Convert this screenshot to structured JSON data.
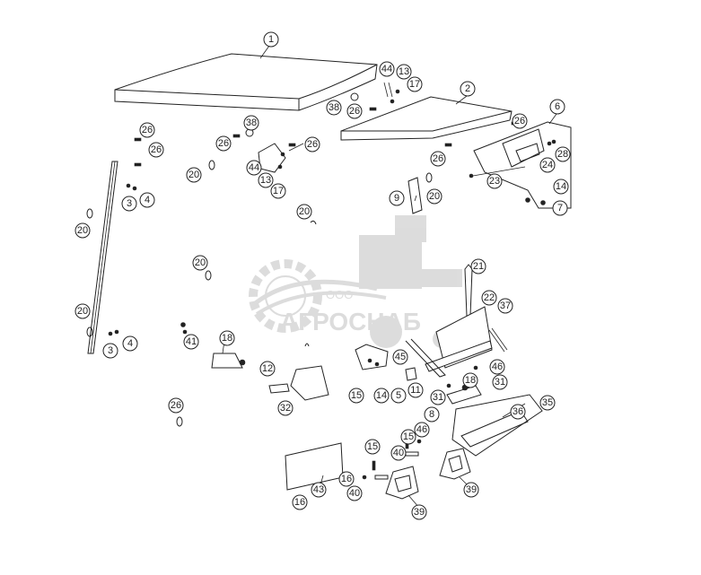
{
  "watermark": {
    "prefix": "ООО",
    "brand": "АГРОСНАБ"
  },
  "callouts": [
    {
      "id": "c1",
      "label": "1"
    },
    {
      "id": "c2",
      "label": "2"
    },
    {
      "id": "c6",
      "label": "6"
    },
    {
      "id": "c44a",
      "label": "44"
    },
    {
      "id": "c13a",
      "label": "13"
    },
    {
      "id": "c17a",
      "label": "17"
    },
    {
      "id": "c38a",
      "label": "38"
    },
    {
      "id": "c26a",
      "label": "26"
    },
    {
      "id": "c26b",
      "label": "26"
    },
    {
      "id": "c26c",
      "label": "26"
    },
    {
      "id": "c26d",
      "label": "26"
    },
    {
      "id": "c26e",
      "label": "26"
    },
    {
      "id": "c26f",
      "label": "26"
    },
    {
      "id": "c26g",
      "label": "26"
    },
    {
      "id": "c38b",
      "label": "38"
    },
    {
      "id": "c20a",
      "label": "20"
    },
    {
      "id": "c44b",
      "label": "44"
    },
    {
      "id": "c13b",
      "label": "13"
    },
    {
      "id": "c17b",
      "label": "17"
    },
    {
      "id": "c3a",
      "label": "3"
    },
    {
      "id": "c4a",
      "label": "4"
    },
    {
      "id": "c20b",
      "label": "20"
    },
    {
      "id": "c9",
      "label": "9"
    },
    {
      "id": "c20c",
      "label": "20"
    },
    {
      "id": "c23",
      "label": "23"
    },
    {
      "id": "c24",
      "label": "24"
    },
    {
      "id": "c28",
      "label": "28"
    },
    {
      "id": "c14a",
      "label": "14"
    },
    {
      "id": "c7",
      "label": "7"
    },
    {
      "id": "c20d",
      "label": "20"
    },
    {
      "id": "c20e",
      "label": "20"
    },
    {
      "id": "c20f",
      "label": "20"
    },
    {
      "id": "c3b",
      "label": "3"
    },
    {
      "id": "c4b",
      "label": "4"
    },
    {
      "id": "c41",
      "label": "41"
    },
    {
      "id": "c18a",
      "label": "18"
    },
    {
      "id": "c21",
      "label": "21"
    },
    {
      "id": "c22",
      "label": "22"
    },
    {
      "id": "c37",
      "label": "37"
    },
    {
      "id": "c45",
      "label": "45"
    },
    {
      "id": "c12",
      "label": "12"
    },
    {
      "id": "c32",
      "label": "32"
    },
    {
      "id": "c15a",
      "label": "15"
    },
    {
      "id": "c14b",
      "label": "14"
    },
    {
      "id": "c5",
      "label": "5"
    },
    {
      "id": "c11",
      "label": "11"
    },
    {
      "id": "c46a",
      "label": "46"
    },
    {
      "id": "c31a",
      "label": "31"
    },
    {
      "id": "c31b",
      "label": "31"
    },
    {
      "id": "c18b",
      "label": "18"
    },
    {
      "id": "c35",
      "label": "35"
    },
    {
      "id": "c8",
      "label": "8"
    },
    {
      "id": "c36",
      "label": "36"
    },
    {
      "id": "c46b",
      "label": "46"
    },
    {
      "id": "c15b",
      "label": "15"
    },
    {
      "id": "c15c",
      "label": "15"
    },
    {
      "id": "c40a",
      "label": "40"
    },
    {
      "id": "c40b",
      "label": "40"
    },
    {
      "id": "c39a",
      "label": "39"
    },
    {
      "id": "c39b",
      "label": "39"
    },
    {
      "id": "c16a",
      "label": "16"
    },
    {
      "id": "c16b",
      "label": "16"
    },
    {
      "id": "c43",
      "label": "43"
    }
  ]
}
